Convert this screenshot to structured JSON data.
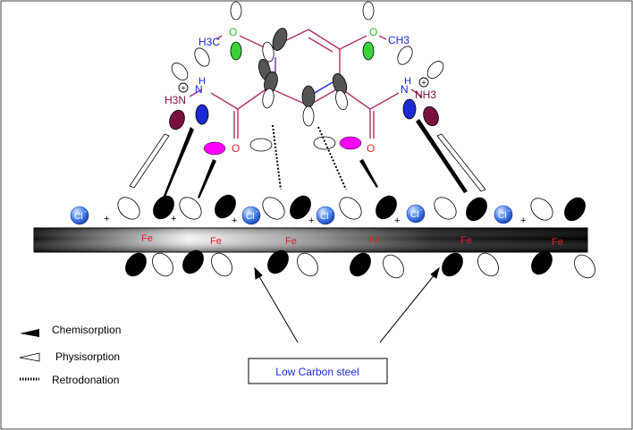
{
  "molecule": {
    "methoxy_left": "H3C",
    "methoxy_right": "CH3",
    "oxygen": "O",
    "hydrazide_nh": "H",
    "hydrazide_n": "N",
    "ammonium_left": "H3N",
    "ammonium_right": "NH3",
    "plus_sign": "+"
  },
  "surface": {
    "metal_atoms": [
      "Fe",
      "Fe",
      "Fe",
      "Fe",
      "Fe",
      "Fe"
    ],
    "chloride_label": "Cl",
    "chloride_charge": "-",
    "plus_marks": [
      "+",
      "+",
      "+",
      "+",
      "+",
      "+"
    ]
  },
  "substrate_label": "Low Carbon steel",
  "legend": [
    {
      "key": "chemisorption",
      "label": "Chemisorption"
    },
    {
      "key": "physisorption",
      "label": "Physisorption"
    },
    {
      "key": "retrodonation",
      "label": "Retrodonation"
    }
  ],
  "colors": {
    "metal_label": "#e0202a",
    "chloride": "#2a63d8",
    "nitrogen": "#1a2bd6",
    "ammonium": "#7a1040",
    "magenta_lobe": "#ff00ff",
    "methoxy_o": "#22c022",
    "bond": "#b03060",
    "substrate_text": "#1a2bd6"
  }
}
